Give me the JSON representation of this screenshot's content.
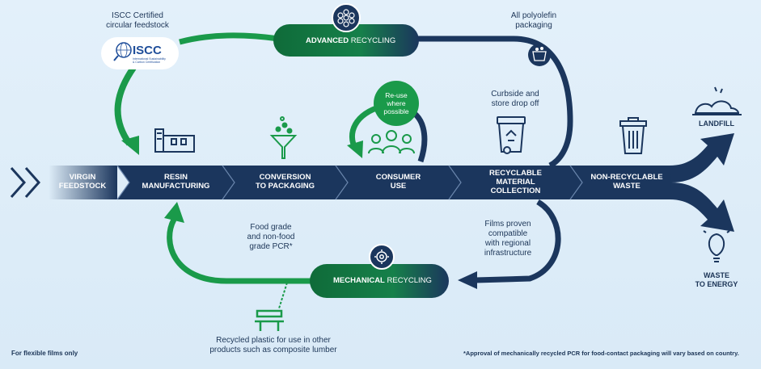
{
  "flow": {
    "stages": [
      {
        "label": "VIRGIN\nFEEDSTOCK"
      },
      {
        "label": "RESIN\nMANUFACTURING"
      },
      {
        "label": "CONVERSION\nTO PACKAGING"
      },
      {
        "label": "CONSUMER\nUSE"
      },
      {
        "label": "RECYCLABLE\nMATERIAL\nCOLLECTION"
      },
      {
        "label": "NON-RECYCLABLE\nWASTE"
      }
    ],
    "destinations": {
      "landfill": "LANDFILL",
      "waste_to_energy": "WASTE\nTO ENERGY"
    }
  },
  "loops": {
    "advanced": {
      "bold": "ADVANCED",
      "rest": " RECYCLING"
    },
    "mechanical": {
      "bold": "MECHANICAL",
      "rest": " RECYCLING"
    },
    "reuse": "Re-use\nwhere\npossible"
  },
  "annotations": {
    "iscc_feedstock": "ISCC Certified\ncircular feedstock",
    "iscc_logo": "ISCC",
    "iscc_logo_sub": "International Sustainability\n& Carbon Certification",
    "polyolefin": "All polyolefin\npackaging",
    "curbside": "Curbside and\nstore drop off",
    "films_proven": "Films proven\ncompatible\nwith regional\ninfrastructure",
    "food_grade": "Food grade\nand non-food\ngrade PCR*",
    "recycled_plastic": "Recycled plastic for use in other\nproducts such as composite lumber"
  },
  "footer": {
    "left": "For flexible films only",
    "right": "*Approval of mechanically recycled PCR for food-contact packaging will vary based on country."
  },
  "colors": {
    "navy": "#1b365d",
    "green": "#1a9a4a",
    "dark_green": "#0f6b39",
    "text": "#1c3557",
    "background": "#dfedf8"
  },
  "icons": [
    "chevrons-icon",
    "factory-icon",
    "funnel-icon",
    "people-icon",
    "recycle-bin-icon",
    "trash-can-icon",
    "polyolefin-basket-icon",
    "molecule-icon",
    "gear-icon",
    "bench-icon",
    "landfill-icon",
    "lightbulb-icon",
    "iscc-globe-icon"
  ]
}
